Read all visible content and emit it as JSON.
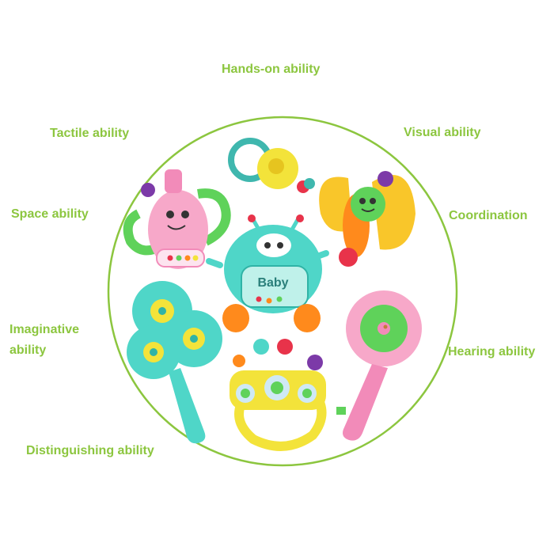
{
  "labels": {
    "hands_on": "Hands-on ability",
    "tactile": "Tactile ability",
    "visual": "Visual ability",
    "space": "Space ability",
    "coordination": "Coordination",
    "imaginative_line1": "Imaginative",
    "imaginative_line2": "ability",
    "hearing": "Hearing ability",
    "distinguishing": "Distinguishing ability"
  },
  "toy_text": {
    "baby_plate": "Baby"
  },
  "colors": {
    "label_text": "#8cc63f",
    "circle_stroke": "#8cc63f",
    "teal": "#4fd6c8",
    "pink": "#f7a8c9",
    "yellow": "#f3e33a",
    "orange": "#ff8a1c",
    "green": "#5fd25a",
    "purple": "#7c3aa8",
    "red": "#e8334a"
  }
}
